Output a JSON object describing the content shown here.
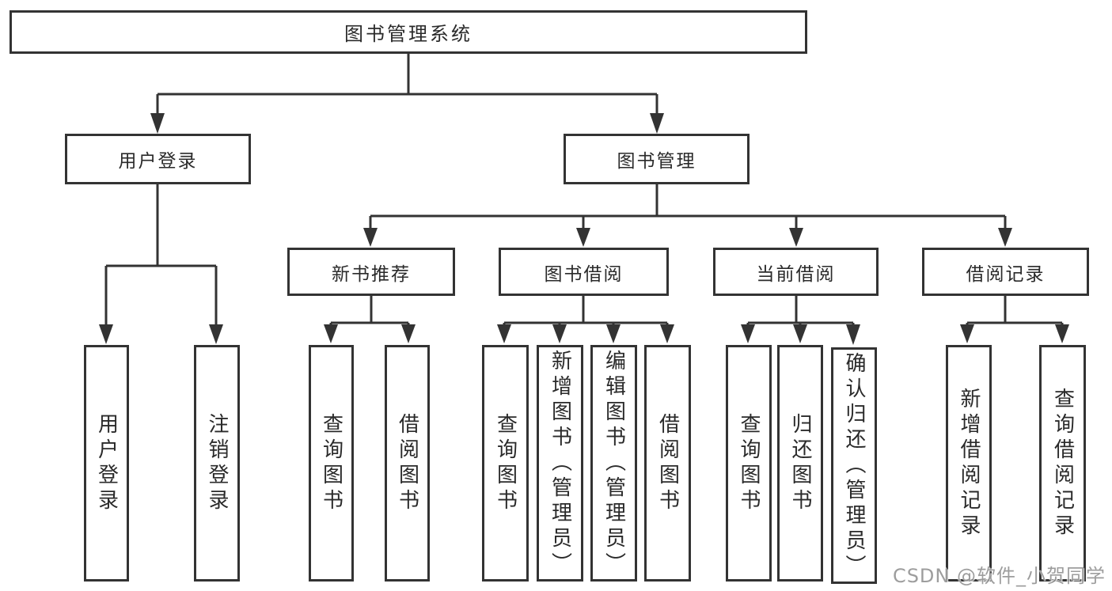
{
  "tree": {
    "root": "图书管理系统",
    "user_login": {
      "label": "用户登录",
      "children": [
        "用户登录",
        "注销登录"
      ]
    },
    "book_mgmt": {
      "label": "图书管理",
      "sections": [
        {
          "label": "新书推荐",
          "children": [
            "查询图书",
            "借阅图书"
          ]
        },
        {
          "label": "图书借阅",
          "children": [
            "查询图书",
            "新增图书（管理员）",
            "编辑图书（管理员）",
            "借阅图书"
          ]
        },
        {
          "label": "当前借阅",
          "children": [
            "查询图书",
            "归还图书",
            "确认归还（管理员）"
          ]
        },
        {
          "label": "借阅记录",
          "children": [
            "新增借阅记录",
            "查询借阅记录"
          ]
        }
      ]
    }
  },
  "colors": {
    "line": "#333333",
    "text": "#2a2a2a",
    "background": "#ffffff"
  },
  "watermark": "CSDN @软件_小贺同学"
}
